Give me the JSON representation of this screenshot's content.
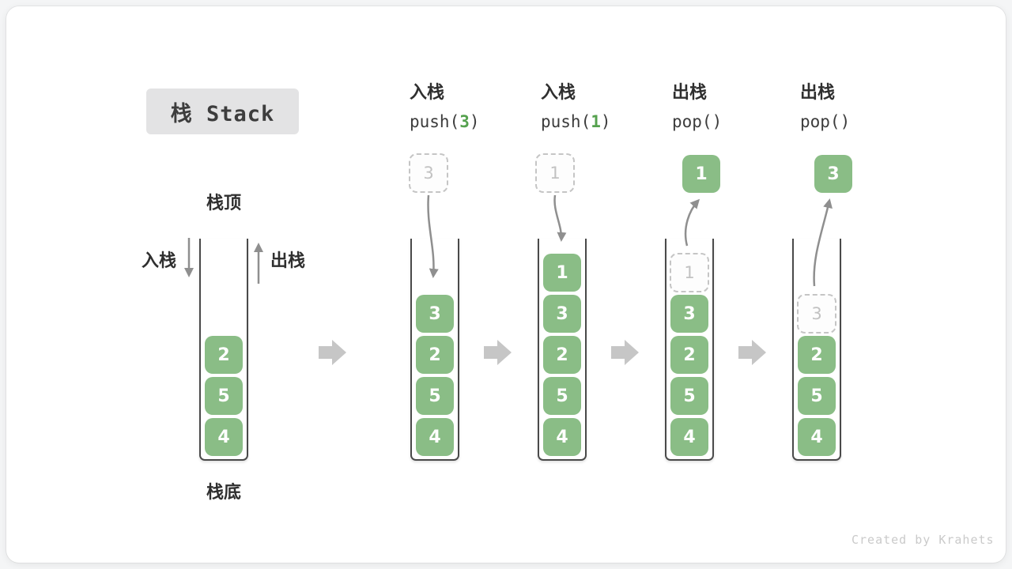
{
  "title": "栈 Stack",
  "legend": {
    "stack_top": "栈顶",
    "stack_bottom": "栈底",
    "push": "入栈",
    "pop": "出栈"
  },
  "initial_stack": {
    "cells": [
      "2",
      "5",
      "4"
    ]
  },
  "steps": [
    {
      "op_label": "入栈",
      "code_pre": "push(",
      "code_arg": "3",
      "code_post": ")",
      "floating_value": "3",
      "floating_style": "dashed",
      "cells": [
        "3",
        "2",
        "5",
        "4"
      ]
    },
    {
      "op_label": "入栈",
      "code_pre": "push(",
      "code_arg": "1",
      "code_post": ")",
      "floating_value": "1",
      "floating_style": "dashed",
      "cells": [
        "1",
        "3",
        "2",
        "5",
        "4"
      ]
    },
    {
      "op_label": "出栈",
      "code_pre": "pop(",
      "code_arg": "",
      "code_post": ")",
      "floating_value": "1",
      "floating_style": "solid",
      "ghost_value": "1",
      "cells": [
        "3",
        "2",
        "5",
        "4"
      ]
    },
    {
      "op_label": "出栈",
      "code_pre": "pop(",
      "code_arg": "",
      "code_post": ")",
      "floating_value": "3",
      "floating_style": "solid",
      "ghost_value": "3",
      "cells": [
        "2",
        "5",
        "4"
      ]
    }
  ],
  "watermark": "Created by Krahets",
  "colors": {
    "cell_green": "#8abd86",
    "code_arg_green": "#55a14e",
    "arrow_gray": "#8f8f8f",
    "block_arrow_gray": "#c6c6c6"
  }
}
